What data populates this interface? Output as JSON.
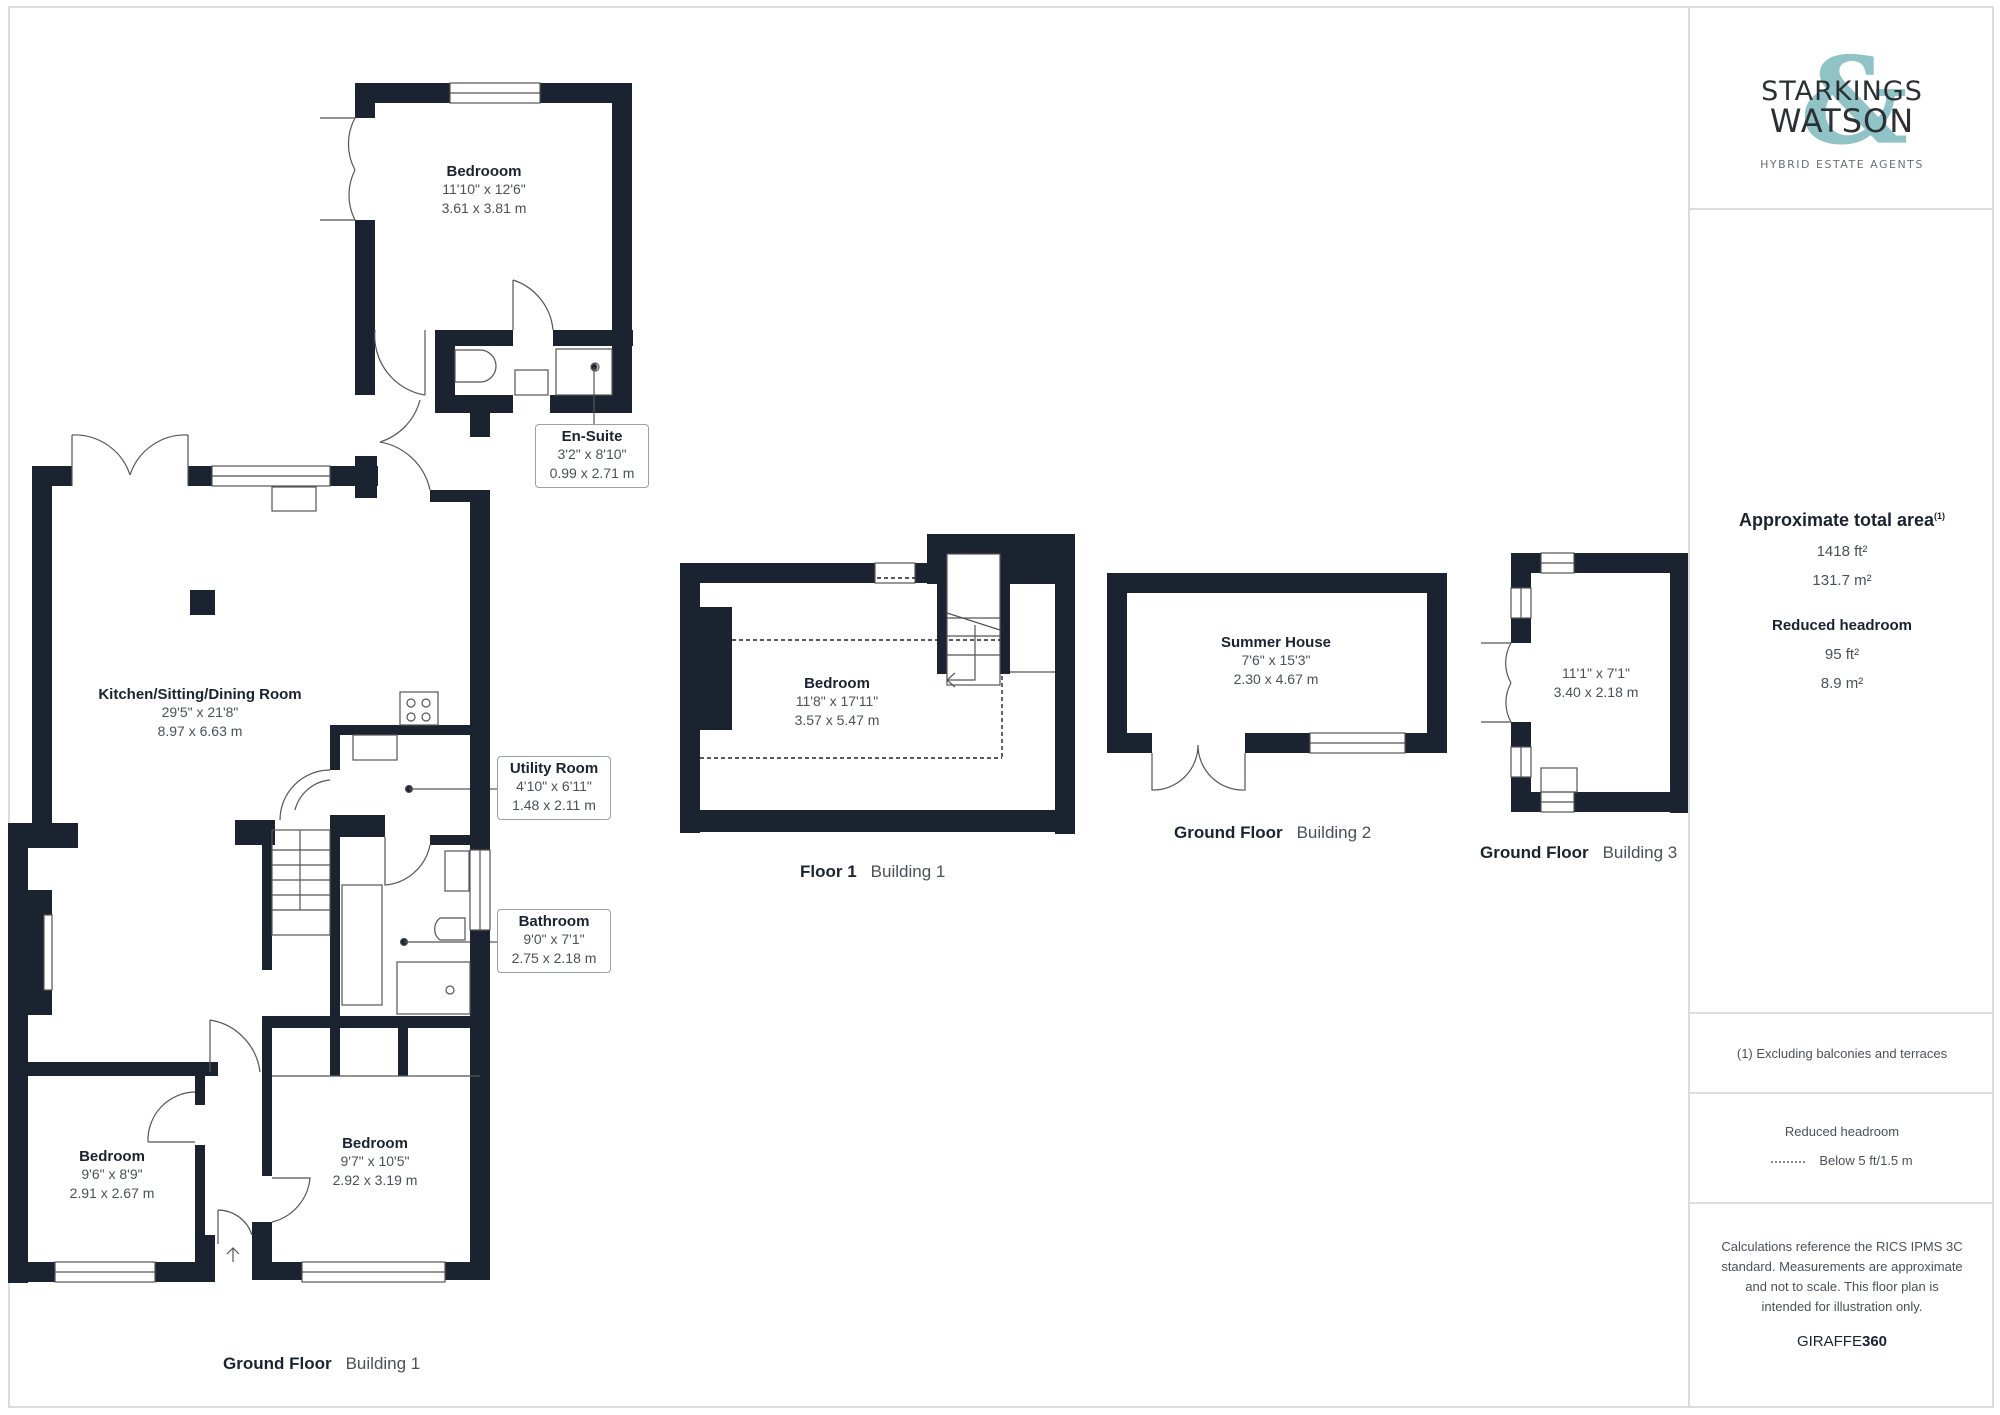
{
  "brand": {
    "logo_line1": "STARKINGS",
    "logo_line2": "WATSON",
    "logo_ampersand": "&",
    "tagline": "HYBRID ESTATE AGENTS",
    "accent_color": "#8fc3c6"
  },
  "area": {
    "title": "Approximate total area",
    "title_footnote_marker": "(1)",
    "total_ft2": "1418 ft²",
    "total_m2": "131.7 m²",
    "reduced_title": "Reduced headroom",
    "reduced_ft2": "95 ft²",
    "reduced_m2": "8.9 m²"
  },
  "footnote": "(1) Excluding balconies and terraces",
  "legend": {
    "title": "Reduced headroom",
    "item_label": "Below 5 ft/1.5 m"
  },
  "disclaimer": "Calculations reference the RICS IPMS 3C standard. Measurements are approximate and not to scale. This floor plan is intended for illustration only.",
  "credit": {
    "part1": "GIRAFFE",
    "part2": "360"
  },
  "colors": {
    "wall": "#1b2330",
    "frame": "#dcdcdc",
    "text_secondary": "#4b5058"
  },
  "floors": [
    {
      "floor": "Ground Floor",
      "building": "Building 1",
      "rooms": [
        {
          "name": "Bedrooom",
          "imperial": "11'10\" x 12'6\"",
          "metric": "3.61 x 3.81 m"
        },
        {
          "name": "En-Suite",
          "imperial": "3'2\" x 8'10\"",
          "metric": "0.99 x 2.71 m"
        },
        {
          "name": "Kitchen/Sitting/Dining Room",
          "imperial": "29'5\" x 21'8\"",
          "metric": "8.97 x 6.63 m"
        },
        {
          "name": "Utility Room",
          "imperial": "4'10\" x 6'11\"",
          "metric": "1.48 x 2.11 m"
        },
        {
          "name": "Bathroom",
          "imperial": "9'0\" x 7'1\"",
          "metric": "2.75 x 2.18 m"
        },
        {
          "name": "Bedroom",
          "imperial": "9'6\" x 8'9\"",
          "metric": "2.91 x 2.67 m"
        },
        {
          "name": "Bedroom",
          "imperial": "9'7\" x 10'5\"",
          "metric": "2.92 x 3.19 m"
        }
      ]
    },
    {
      "floor": "Floor 1",
      "building": "Building 1",
      "rooms": [
        {
          "name": "Bedroom",
          "imperial": "11'8\" x 17'11\"",
          "metric": "3.57 x 5.47 m"
        }
      ]
    },
    {
      "floor": "Ground Floor",
      "building": "Building 2",
      "rooms": [
        {
          "name": "Summer House",
          "imperial": "7'6\" x 15'3\"",
          "metric": "2.30 x 4.67 m"
        }
      ]
    },
    {
      "floor": "Ground Floor",
      "building": "Building 3",
      "rooms": [
        {
          "name": "",
          "imperial": "11'1\" x 7'1\"",
          "metric": "3.40 x 2.18 m"
        }
      ]
    }
  ]
}
